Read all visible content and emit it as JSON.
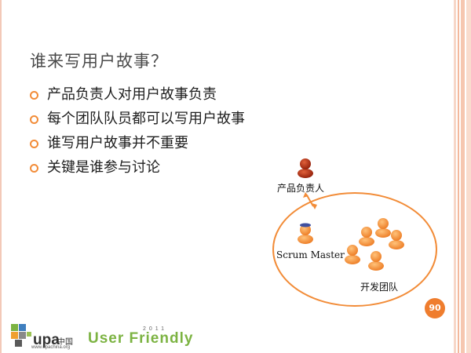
{
  "slide": {
    "title": "谁来写用户故事？",
    "bullets": [
      "产品负责人对用户故事负责",
      "每个团队队员都可以写用户故事",
      "谁写用户故事并不重要",
      "关键是谁参与讨论"
    ],
    "figure": {
      "product_owner_label": "产品负责人",
      "scrum_master_label": "Scrum Master",
      "team_label": "开发团队"
    },
    "page_number": "90"
  },
  "footer": {
    "upa_logo_text": "upa",
    "upa_logo_cn": "中国",
    "upa_url": "www.upachina.org",
    "user_friendly_text": "User Friendly",
    "user_friendly_year": "2011"
  },
  "colors": {
    "accent_orange": "#f28c38",
    "person_orange": "#f4933c",
    "product_owner_red": "#b02a10",
    "scrum_master_cap": "#3f4f9f",
    "page_badge": "#ef7d2e",
    "brand_green": "#7cb342"
  }
}
